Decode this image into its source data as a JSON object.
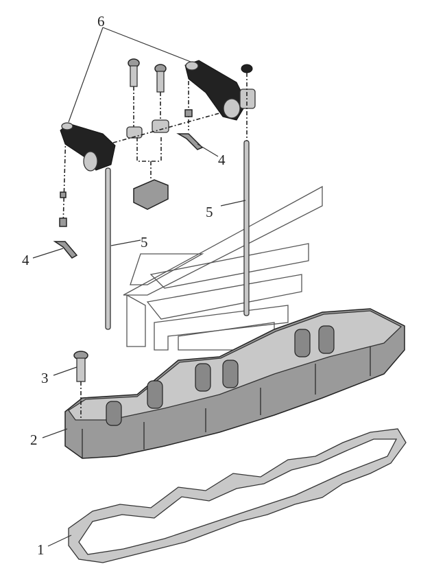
{
  "diagram": {
    "callouts": {
      "rocker_arm_top": "6",
      "push_rod_right": "5",
      "push_rod_left": "5",
      "adjust_screw_right": "4",
      "adjust_screw_left": "4",
      "bolt": "3",
      "cover_housing": "2",
      "gasket": "1"
    },
    "colors": {
      "part": "#9a9a9a",
      "outline": "#222222",
      "background": "#ffffff"
    }
  }
}
